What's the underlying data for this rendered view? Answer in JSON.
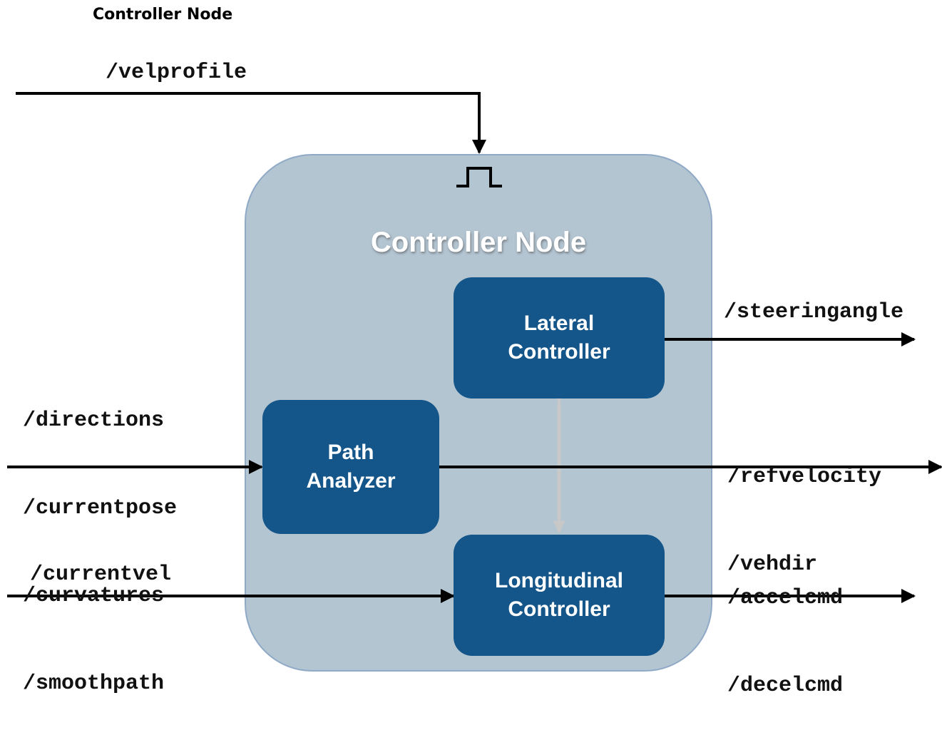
{
  "heading": "Controller Node",
  "node": {
    "title": "Controller Node",
    "accent_color": "#15568a",
    "container_color": "#b4c5d2",
    "trigger_icon": "pulse-trigger-icon"
  },
  "blocks": {
    "lateral": {
      "line1": "Lateral",
      "line2": "Controller"
    },
    "path": {
      "line1": "Path",
      "line2": "Analyzer"
    },
    "longitudinal": {
      "line1": "Longitudinal",
      "line2": "Controller"
    }
  },
  "inputs": {
    "velprofile": "/velprofile",
    "path_topics": [
      "/directions",
      "/currentpose",
      "/curvatures",
      "/smoothpath"
    ],
    "currentvel": "/currentvel"
  },
  "outputs": {
    "steeringangle": "/steeringangle",
    "reference_topics": [
      "/refvelocity",
      "/vehdir"
    ],
    "command_topics": [
      "/accelcmd",
      "/decelcmd"
    ]
  }
}
